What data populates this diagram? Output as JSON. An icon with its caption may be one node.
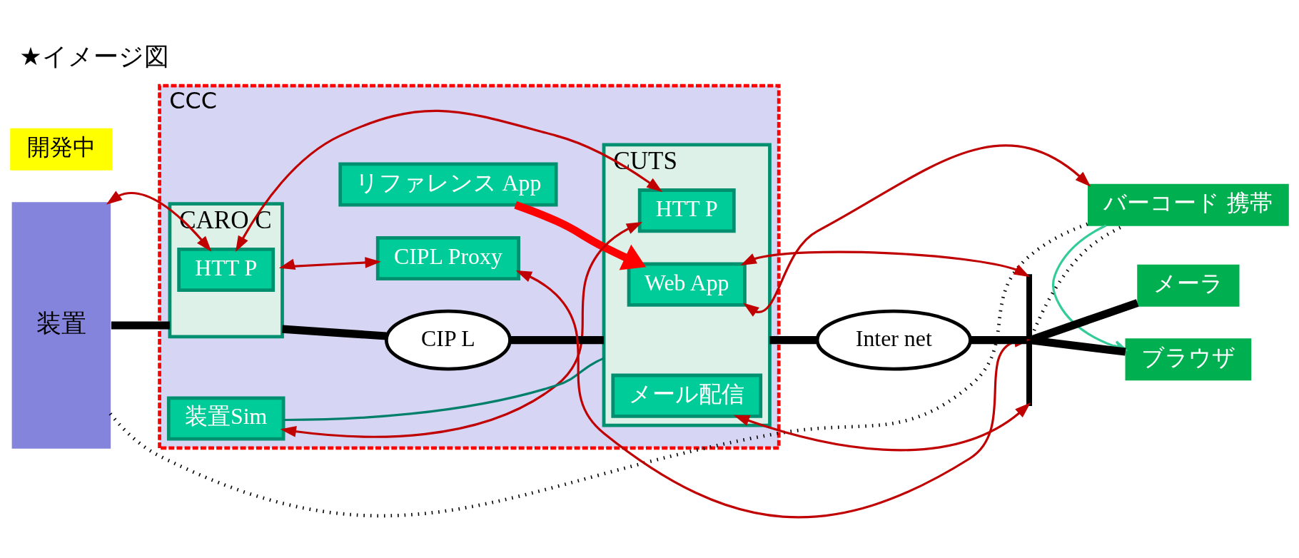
{
  "diagram": {
    "title": "★イメージ図",
    "nodes": [
      {
        "text": [
          "装置"
        ]
      },
      {
        "text": [
          "CCC"
        ]
      },
      {
        "text": [
          "CARO C"
        ],
        "in": 1
      },
      {
        "text": [
          "HTT P"
        ],
        "in": 2
      },
      {
        "text": [
          "リファレンス App"
        ],
        "in": 1
      },
      {
        "text": [
          "CUTS"
        ],
        "in": 1
      },
      {
        "text": [
          "Web App"
        ],
        "in": 5
      },
      {
        "text": [
          "HTT P"
        ],
        "in": 5
      },
      {
        "text": [
          "メール配信"
        ],
        "in": 5
      },
      {
        "text": [
          "CIP L"
        ],
        "in": 1
      },
      {
        "text": [
          "装置Sim"
        ],
        "in": 1
      },
      {
        "text": [
          "CIPL Proxy"
        ],
        "in": 1
      },
      {
        "text": [
          "Inter net"
        ]
      },
      {
        "text": [
          "ブラウザ"
        ]
      },
      {
        "text": [
          "メーラ"
        ]
      },
      {
        "text": [
          "バーコード 携帯"
        ]
      },
      {
        "text": [],
        "shape": "bar"
      },
      {
        "text": [
          "開発中"
        ]
      }
    ],
    "edges": [
      {
        "from": 0,
        "to": 2,
        "arrow": "none",
        "style": "thick",
        "color": "#000000"
      },
      {
        "from": 2,
        "to": 9,
        "arrow": "none",
        "style": "thick",
        "color": "#000000"
      },
      {
        "from": 9,
        "to": 5,
        "arrow": "none",
        "style": "thick",
        "color": "#000000"
      },
      {
        "from": 5,
        "to": 12,
        "arrow": "none",
        "style": "thick",
        "color": "#000000"
      },
      {
        "from": 12,
        "to": 16,
        "arrow": "none",
        "style": "thick",
        "color": "#000000"
      },
      {
        "from": 16,
        "to": 13,
        "arrow": "none",
        "style": "thick",
        "color": "#000000"
      },
      {
        "from": 16,
        "to": 14,
        "arrow": "none",
        "style": "thick",
        "color": "#000000"
      },
      {
        "from": 16,
        "to": 15,
        "arrow": "none",
        "style": "dashed",
        "color": "#000000"
      },
      {
        "from": 10,
        "to": 5,
        "arrow": "none",
        "color": "#00806a"
      },
      {
        "from": 0,
        "to": 3,
        "arrow": "both",
        "color": "#c00000"
      },
      {
        "from": 3,
        "to": 7,
        "arrow": "both",
        "color": "#c00000"
      },
      {
        "from": 4,
        "to": 6,
        "arrow": "to",
        "style": "thick",
        "color": "#ff0000"
      },
      {
        "from": 6,
        "to": 16,
        "arrow": "both",
        "color": "#c00000"
      },
      {
        "from": 7,
        "to": 10,
        "arrow": "both",
        "color": "#c00000"
      },
      {
        "from": 6,
        "to": 15,
        "arrow": "both",
        "color": "#c00000"
      },
      {
        "from": 11,
        "to": 16,
        "arrow": "both",
        "color": "#c00000"
      },
      {
        "from": 8,
        "to": 16,
        "arrow": "both",
        "color": "#c00000"
      },
      {
        "from": 2,
        "to": 11,
        "arrow": "both",
        "color": "#c00000"
      },
      {
        "from": 15,
        "to": 13,
        "arrow": "to",
        "color": "#33cc99"
      },
      {
        "from": 0,
        "to": 15,
        "arrow": "none",
        "style": "dashed",
        "color": "#000000"
      }
    ]
  }
}
